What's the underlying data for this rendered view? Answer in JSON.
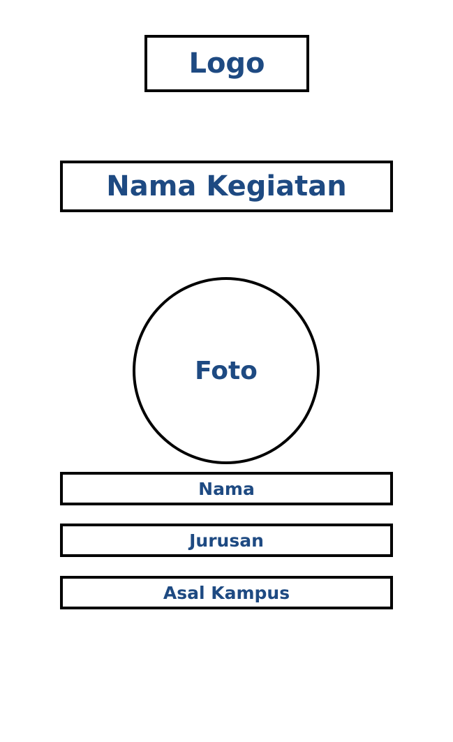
{
  "logo": {
    "label": "Logo"
  },
  "event": {
    "label": "Nama Kegiatan"
  },
  "photo": {
    "label": "Foto"
  },
  "fields": {
    "name": "Nama",
    "major": "Jurusan",
    "campus": "Asal Kampus"
  },
  "colors": {
    "text": "#1e4a82",
    "border": "#000000",
    "background": "#ffffff"
  }
}
